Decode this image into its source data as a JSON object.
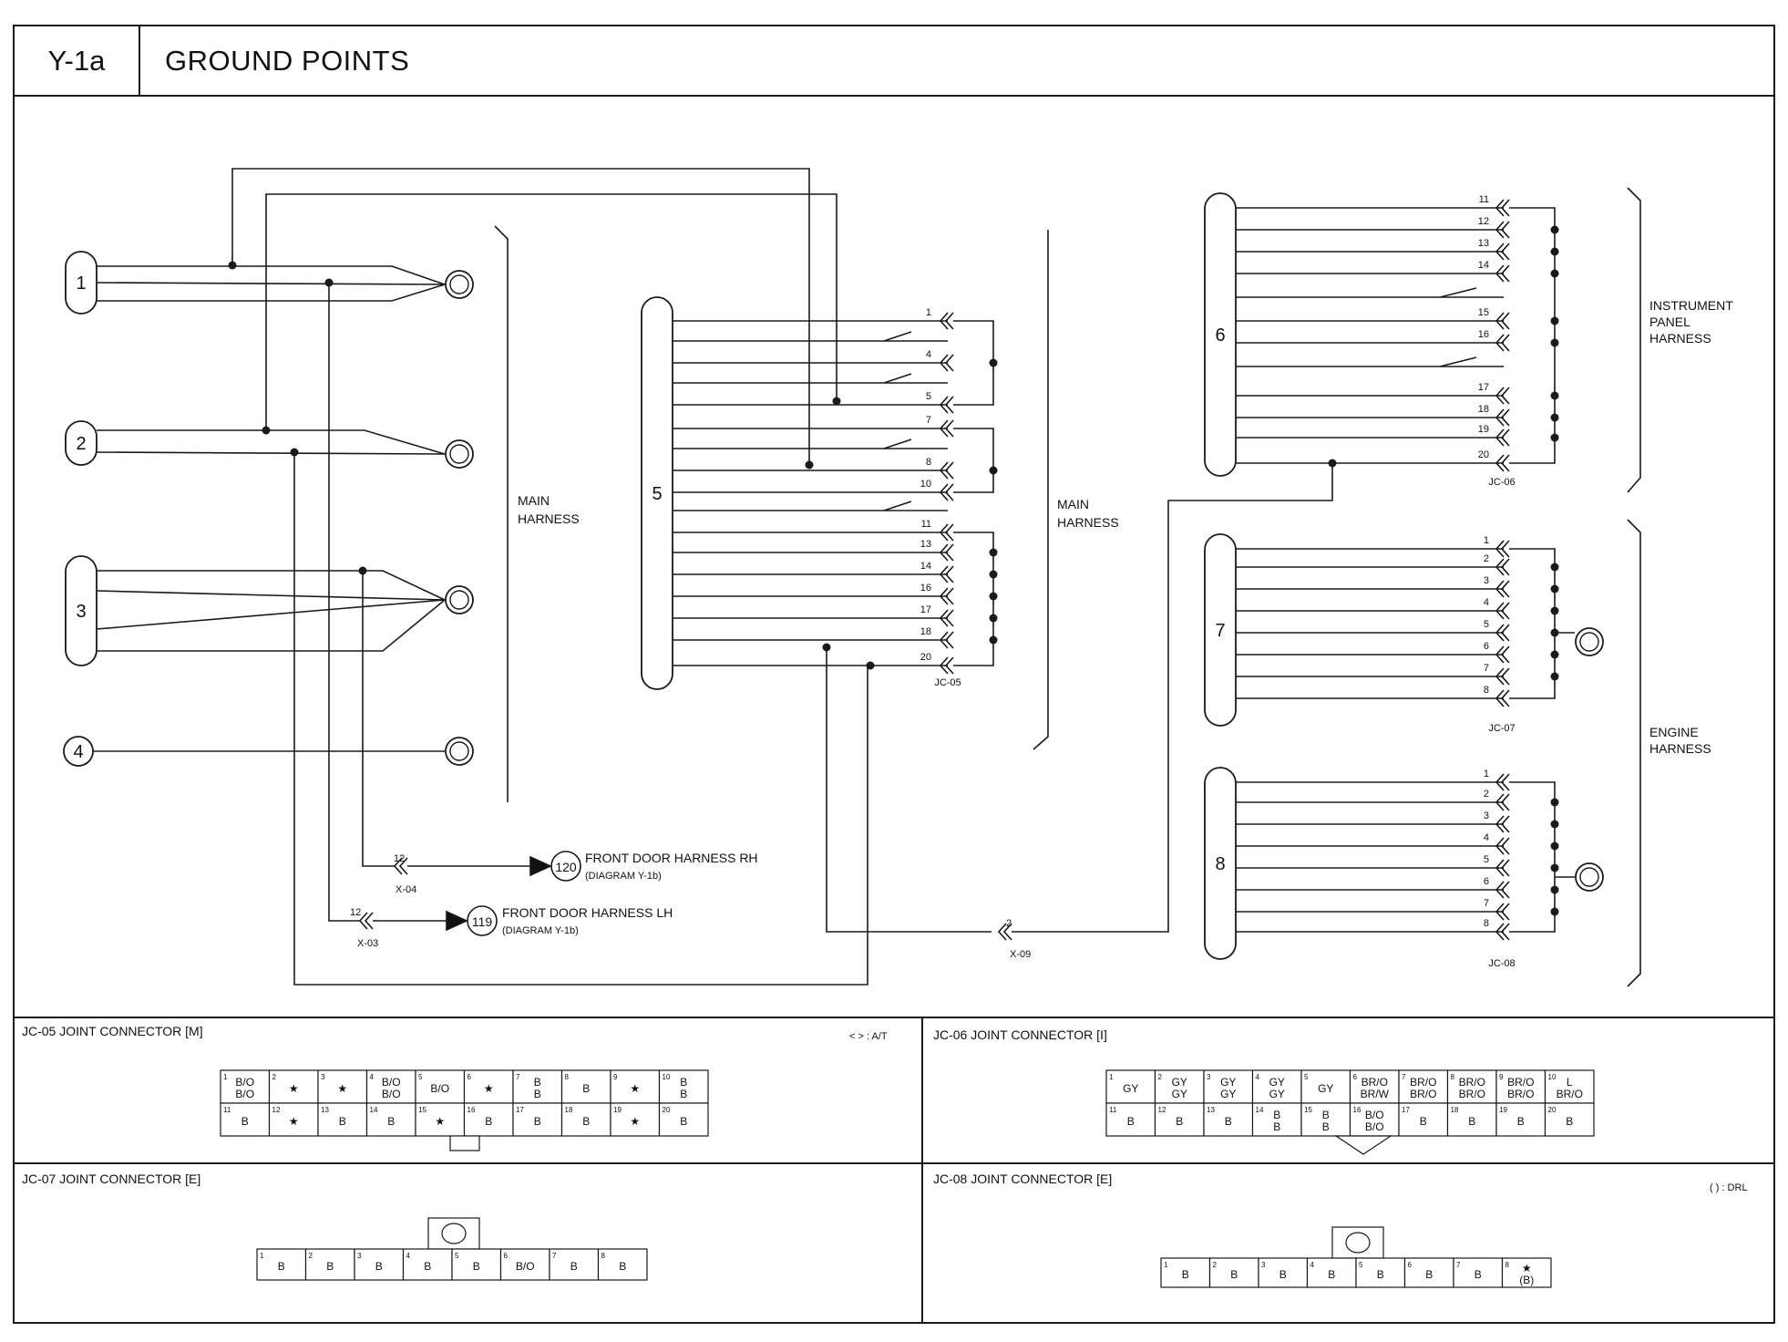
{
  "header": {
    "code": "Y-1a",
    "title": "GROUND POINTS"
  },
  "splices_left": [
    {
      "id": "1"
    },
    {
      "id": "2"
    },
    {
      "id": "3"
    },
    {
      "id": "4"
    }
  ],
  "splices_right": [
    {
      "id": "5"
    },
    {
      "id": "6"
    },
    {
      "id": "7"
    },
    {
      "id": "8"
    }
  ],
  "labels": {
    "main_harness_1": [
      "MAIN",
      "HARNESS"
    ],
    "main_harness_2": [
      "MAIN",
      "HARNESS"
    ],
    "instrument_panel_harness": [
      "INSTRUMENT",
      "PANEL",
      "HARNESS"
    ],
    "engine_harness": [
      "ENGINE",
      "HARNESS"
    ],
    "jc05_tag": "JC-05",
    "jc06_tag": "JC-06",
    "jc07_tag": "JC-07",
    "jc08_tag": "JC-08",
    "x04": {
      "pin": "12",
      "name": "X-04"
    },
    "x03": {
      "pin": "12",
      "name": "X-03"
    },
    "x09": {
      "pin": "2",
      "name": "X-09"
    },
    "ref_120": {
      "num": "120",
      "line1": "FRONT DOOR HARNESS RH",
      "line2": "(DIAGRAM Y-1b)"
    },
    "ref_119": {
      "num": "119",
      "line1": "FRONT DOOR HARNESS LH",
      "line2": "(DIAGRAM Y-1b)"
    }
  },
  "jc05_pins": [
    "1",
    "4",
    "5",
    "7",
    "8",
    "10",
    "11",
    "13",
    "14",
    "16",
    "17",
    "18",
    "20"
  ],
  "jc06_pins": [
    "11",
    "12",
    "13",
    "14",
    "15",
    "16",
    "17",
    "18",
    "19",
    "20"
  ],
  "jc07_pins": [
    "1",
    "2",
    "3",
    "4",
    "5",
    "6",
    "7",
    "8"
  ],
  "jc08_pins": [
    "1",
    "2",
    "3",
    "4",
    "5",
    "6",
    "7",
    "8"
  ],
  "connectors": {
    "jc05": {
      "title": "JC-05 JOINT CONNECTOR [M]",
      "note": "<  > : A/T",
      "top": [
        [
          "B/O",
          "B/O"
        ],
        [
          "★"
        ],
        [
          "★"
        ],
        [
          "B/O",
          "B/O"
        ],
        [
          "B/O"
        ],
        [
          "★"
        ],
        [
          "B",
          "B"
        ],
        [
          "B"
        ],
        [
          "★"
        ],
        [
          "B",
          "B"
        ]
      ],
      "top_nums": [
        "1",
        "2",
        "3",
        "4",
        "5",
        "6",
        "7",
        "8",
        "9",
        "10"
      ],
      "bottom": [
        [
          "B"
        ],
        [
          "★"
        ],
        [
          "B"
        ],
        [
          "B"
        ],
        [
          "★"
        ],
        [
          "B"
        ],
        [
          "B"
        ],
        [
          "B"
        ],
        [
          "★"
        ],
        [
          "B"
        ]
      ],
      "bottom_nums": [
        "11",
        "12",
        "13",
        "14",
        "15",
        "16",
        "17",
        "18",
        "19",
        "20"
      ]
    },
    "jc06": {
      "title": "JC-06 JOINT CONNECTOR [I]",
      "top": [
        [
          "GY"
        ],
        [
          "GY",
          "GY"
        ],
        [
          "GY",
          "GY"
        ],
        [
          "GY",
          "GY"
        ],
        [
          "GY"
        ],
        [
          "BR/O",
          "BR/W"
        ],
        [
          "BR/O",
          "BR/O"
        ],
        [
          "BR/O",
          "BR/O"
        ],
        [
          "BR/O",
          "BR/O"
        ],
        [
          "L",
          "BR/O"
        ]
      ],
      "top_nums": [
        "1",
        "2",
        "3",
        "4",
        "5",
        "6",
        "7",
        "8",
        "9",
        "10"
      ],
      "bottom": [
        [
          "B"
        ],
        [
          "B"
        ],
        [
          "B"
        ],
        [
          "B",
          "B"
        ],
        [
          "B",
          "B"
        ],
        [
          "B/O",
          "B/O"
        ],
        [
          "B"
        ],
        [
          "B"
        ],
        [
          "B"
        ],
        [
          "B"
        ]
      ],
      "bottom_nums": [
        "11",
        "12",
        "13",
        "14",
        "15",
        "16",
        "17",
        "18",
        "19",
        "20"
      ]
    },
    "jc07": {
      "title": "JC-07 JOINT CONNECTOR [E]",
      "cells": [
        [
          "B"
        ],
        [
          "B"
        ],
        [
          "B"
        ],
        [
          "B"
        ],
        [
          "B"
        ],
        [
          "B/O"
        ],
        [
          "B"
        ],
        [
          "B"
        ]
      ],
      "nums": [
        "1",
        "2",
        "3",
        "4",
        "5",
        "6",
        "7",
        "8"
      ]
    },
    "jc08": {
      "title": "JC-08 JOINT CONNECTOR [E]",
      "note": "(  ) : DRL",
      "cells": [
        [
          "B"
        ],
        [
          "B"
        ],
        [
          "B"
        ],
        [
          "B"
        ],
        [
          "B"
        ],
        [
          "B"
        ],
        [
          "B"
        ],
        [
          "★",
          "(B)"
        ]
      ],
      "nums": [
        "1",
        "2",
        "3",
        "4",
        "5",
        "6",
        "7",
        "8"
      ]
    }
  }
}
